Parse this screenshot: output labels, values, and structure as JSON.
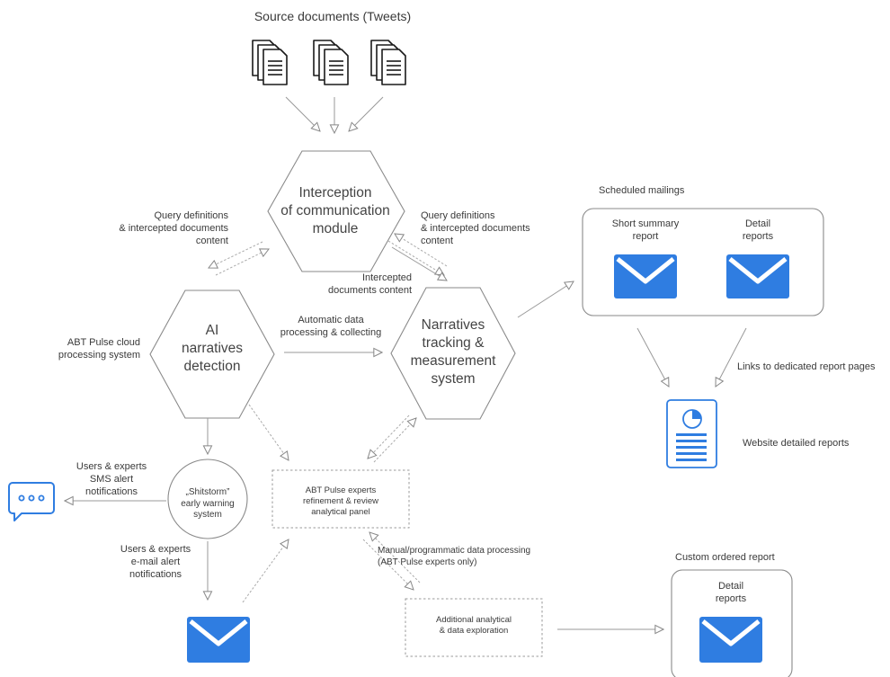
{
  "diagram": {
    "title": "Source documents (Tweets)",
    "nodes": {
      "interception": "Interception\nof communication\nmodule",
      "ai_detection": "AI\nnarratives\ndetection",
      "tracking": "Narratives\ntracking &\nmeasurement\nsystem",
      "shitstorm": "„Shitstorm”\nearly warning\nsystem",
      "experts_panel": "ABT Pulse experts\nrefinement & review\nanalytical panel",
      "additional": "Additional analytical\n& data exploration"
    },
    "edge_labels": {
      "query_left": "Query definitions\n& intercepted documents\ncontent",
      "query_right": "Query definitions\n& intercepted documents\ncontent",
      "intercepted": "Intercepted\ndocuments content",
      "auto": "Automatic data\nprocessing & collecting",
      "cloud": "ABT Pulse cloud\nprocessing system",
      "sms": "Users & experts\nSMS alert\nnotifications",
      "email": "Users & experts\ne-mail alert\nnotifications",
      "manual": "Manual/programmatic data processing\n(ABT Pulse experts only)",
      "links": "Links to dedicated report pages"
    },
    "reports": {
      "scheduled_title": "Scheduled mailings",
      "short_summary": "Short summary\nreport",
      "detail": "Detail\nreports",
      "website": "Website detailed reports",
      "custom_title": "Custom ordered report",
      "custom_detail": "Detail\nreports"
    },
    "colors": {
      "accent": "#2f7de1",
      "line": "#999999",
      "node_stroke": "#8a8a8a"
    },
    "icons": [
      "document-stack-icon",
      "mail-icon",
      "chat-bubble-icon",
      "report-page-icon"
    ]
  }
}
